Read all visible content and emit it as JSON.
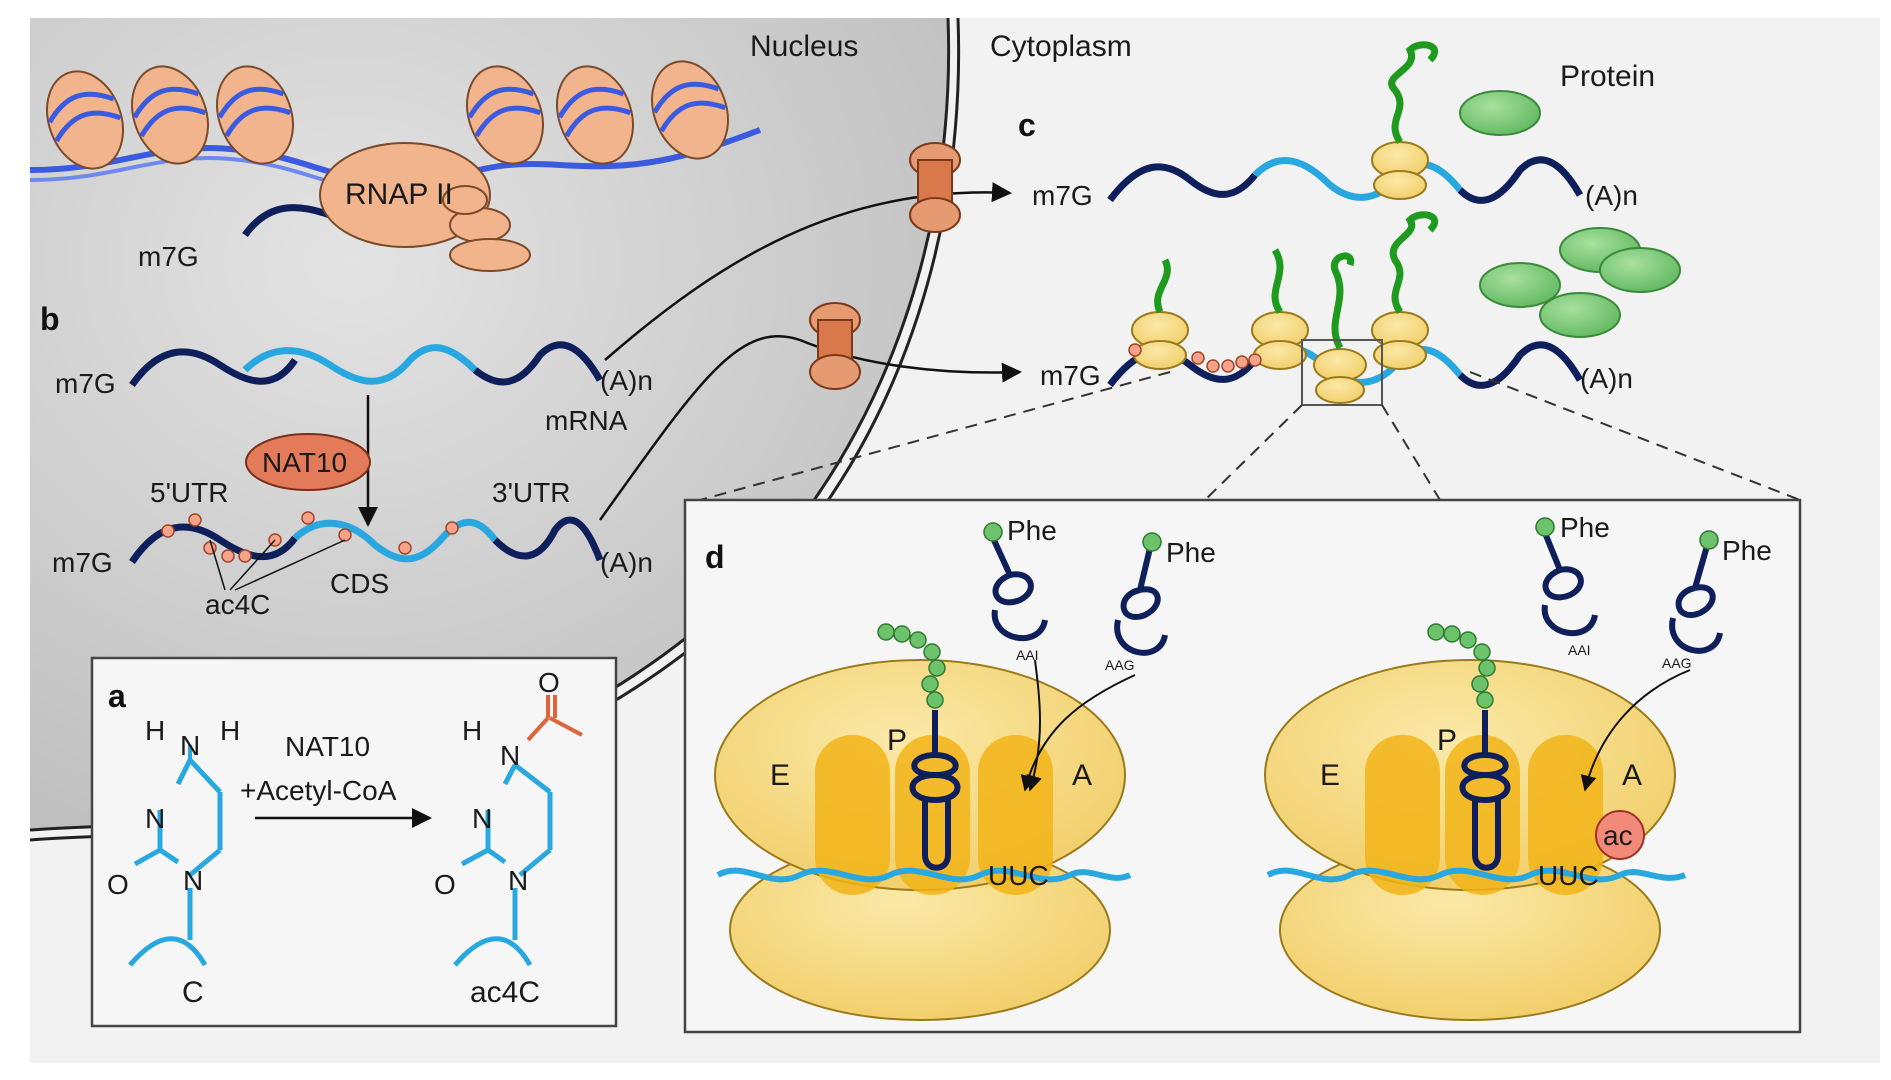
{
  "regions": {
    "nucleus": "Nucleus",
    "cytoplasm": "Cytoplasm",
    "protein": "Protein"
  },
  "panels": {
    "a": "a",
    "b": "b",
    "c": "c",
    "d": "d"
  },
  "transcription": {
    "polymerase": "RNAP II",
    "cap": "m7G"
  },
  "mrna": {
    "cap": "m7G",
    "tail": "(A)n",
    "name": "mRNA",
    "utr5": "5'UTR",
    "utr3": "3'UTR",
    "cds": "CDS",
    "modification": "ac4C",
    "enzyme": "NAT10"
  },
  "reaction": {
    "enzyme": "NAT10",
    "cofactor": "+Acetyl-CoA",
    "substrate": "C",
    "product": "ac4C",
    "atoms": {
      "H": "H",
      "N": "N",
      "O": "O"
    }
  },
  "decoding": {
    "amino_acid": "Phe",
    "anticodon_1": "AAI",
    "anticodon_2": "AAG",
    "site_e": "E",
    "site_p": "P",
    "site_a": "A",
    "codon": "UUC",
    "acetyl": "ac"
  },
  "colors": {
    "nucleus_fill": "#cfcfcf",
    "cytoplasm_fill": "#f2f2f2",
    "dna": "#3a5be0",
    "mrna_dark": "#0f1f5c",
    "mrna_light": "#29a8e0",
    "histone": "#f2b48c",
    "ribosome": "#f2d77a",
    "protein": "#6cc36c",
    "peptide": "#1e9a1e",
    "ac4c": "#f7a38a"
  }
}
